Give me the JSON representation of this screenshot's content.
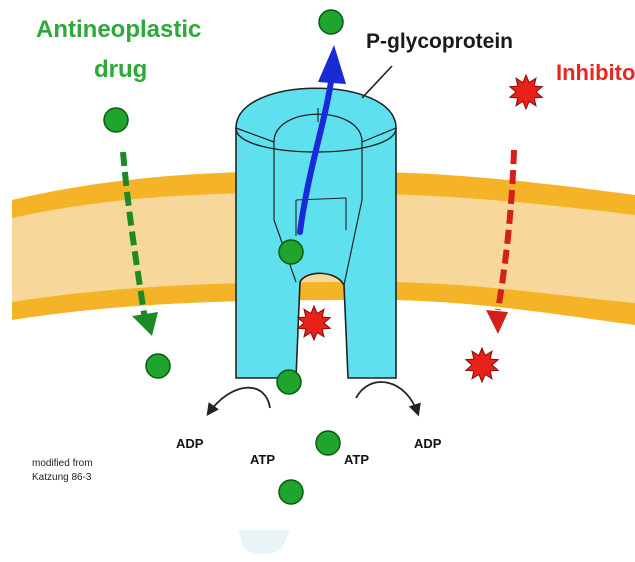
{
  "labels": {
    "drug_line1": "Antineoplastic",
    "drug_line2": "drug",
    "protein": "P-glycoprotein",
    "inhibitor": "Inhibitor",
    "adp_left": "ADP",
    "atp_left": "ATP",
    "atp_right": "ATP",
    "adp_right": "ADP",
    "credit_line1": "modified from",
    "credit_line2": "Katzung 86-3"
  },
  "colors": {
    "drug": "#1fa52e",
    "inhibitor": "#e8211a",
    "protein": "#5fe0ef",
    "membrane": "#f5b427",
    "membrane_inner": "#f7d89a",
    "efflux_arrow": "#1a2ad6"
  }
}
